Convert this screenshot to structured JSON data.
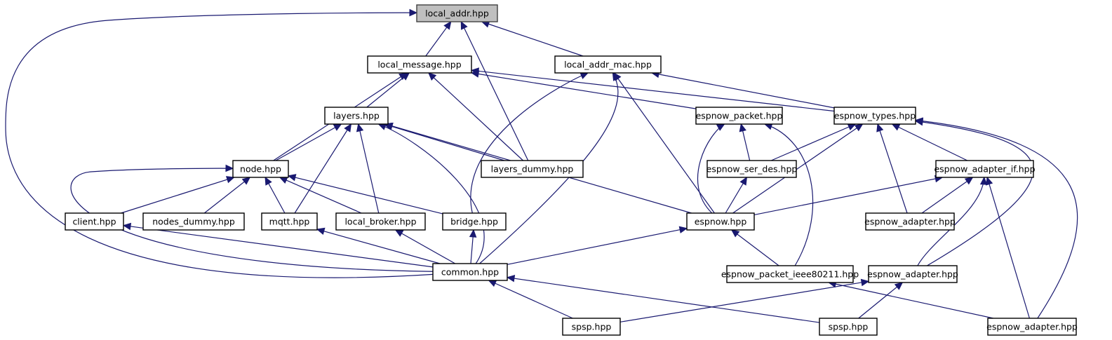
{
  "title": "local_addr.hpp include dependency graph",
  "colors": {
    "edge": "#191970",
    "root_fill": "#bfbfbf",
    "node_fill": "#ffffff",
    "node_border": "#000000"
  },
  "nodes": [
    {
      "id": "local_addr",
      "label": "local_addr.hpp",
      "root": true
    },
    {
      "id": "local_message",
      "label": "local_message.hpp"
    },
    {
      "id": "local_addr_mac",
      "label": "local_addr_mac.hpp"
    },
    {
      "id": "layers",
      "label": "layers.hpp"
    },
    {
      "id": "espnow_packet",
      "label": "espnow_packet.hpp"
    },
    {
      "id": "espnow_types",
      "label": "espnow_types.hpp"
    },
    {
      "id": "node",
      "label": "node.hpp"
    },
    {
      "id": "layers_dummy",
      "label": "layers_dummy.hpp"
    },
    {
      "id": "espnow_ser_des",
      "label": "espnow_ser_des.hpp"
    },
    {
      "id": "espnow_adapter_if",
      "label": "espnow_adapter_if.hpp"
    },
    {
      "id": "client",
      "label": "client.hpp"
    },
    {
      "id": "nodes_dummy",
      "label": "nodes_dummy.hpp"
    },
    {
      "id": "mqtt",
      "label": "mqtt.hpp"
    },
    {
      "id": "local_broker",
      "label": "local_broker.hpp"
    },
    {
      "id": "bridge",
      "label": "bridge.hpp"
    },
    {
      "id": "espnow",
      "label": "espnow.hpp"
    },
    {
      "id": "espnow_adapter_a",
      "label": "espnow_adapter.hpp"
    },
    {
      "id": "common",
      "label": "common.hpp"
    },
    {
      "id": "espnow_packet_ieee80211",
      "label": "espnow_packet_ieee80211.hpp"
    },
    {
      "id": "espnow_adapter_b",
      "label": "espnow_adapter.hpp"
    },
    {
      "id": "spsp_a",
      "label": "spsp.hpp"
    },
    {
      "id": "spsp_b",
      "label": "spsp.hpp"
    },
    {
      "id": "espnow_adapter_c",
      "label": "espnow_adapter.hpp"
    }
  ],
  "edges": [
    {
      "from": "local_message",
      "to": "local_addr"
    },
    {
      "from": "local_addr_mac",
      "to": "local_addr"
    },
    {
      "from": "layers_dummy",
      "to": "local_addr"
    },
    {
      "from": "common",
      "to": "local_addr"
    },
    {
      "from": "layers",
      "to": "local_message"
    },
    {
      "from": "node",
      "to": "local_message"
    },
    {
      "from": "layers_dummy",
      "to": "local_message"
    },
    {
      "from": "espnow_packet",
      "to": "local_message"
    },
    {
      "from": "espnow_types",
      "to": "local_message"
    },
    {
      "from": "espnow_types",
      "to": "local_addr_mac"
    },
    {
      "from": "bridge",
      "to": "local_addr_mac"
    },
    {
      "from": "common",
      "to": "local_addr_mac"
    },
    {
      "from": "espnow",
      "to": "local_addr_mac"
    },
    {
      "from": "node",
      "to": "layers"
    },
    {
      "from": "layers_dummy",
      "to": "layers"
    },
    {
      "from": "mqtt",
      "to": "layers"
    },
    {
      "from": "local_broker",
      "to": "layers"
    },
    {
      "from": "common",
      "to": "layers"
    },
    {
      "from": "espnow",
      "to": "layers"
    },
    {
      "from": "espnow_ser_des",
      "to": "espnow_packet"
    },
    {
      "from": "espnow",
      "to": "espnow_packet"
    },
    {
      "from": "espnow_packet_ieee80211",
      "to": "espnow_packet"
    },
    {
      "from": "espnow_ser_des",
      "to": "espnow_types"
    },
    {
      "from": "espnow",
      "to": "espnow_types"
    },
    {
      "from": "espnow_adapter_a",
      "to": "espnow_types"
    },
    {
      "from": "espnow_adapter_if",
      "to": "espnow_types"
    },
    {
      "from": "espnow_adapter_b",
      "to": "espnow_types"
    },
    {
      "from": "espnow_adapter_c",
      "to": "espnow_types"
    },
    {
      "from": "client",
      "to": "node"
    },
    {
      "from": "nodes_dummy",
      "to": "node"
    },
    {
      "from": "mqtt",
      "to": "node"
    },
    {
      "from": "local_broker",
      "to": "node"
    },
    {
      "from": "bridge",
      "to": "node"
    },
    {
      "from": "common",
      "to": "node"
    },
    {
      "from": "espnow",
      "to": "espnow_ser_des"
    },
    {
      "from": "espnow",
      "to": "espnow_adapter_if"
    },
    {
      "from": "espnow_adapter_a",
      "to": "espnow_adapter_if"
    },
    {
      "from": "espnow_adapter_b",
      "to": "espnow_adapter_if"
    },
    {
      "from": "espnow_adapter_c",
      "to": "espnow_adapter_if"
    },
    {
      "from": "common",
      "to": "client"
    },
    {
      "from": "common",
      "to": "mqtt"
    },
    {
      "from": "common",
      "to": "local_broker"
    },
    {
      "from": "common",
      "to": "bridge"
    },
    {
      "from": "common",
      "to": "espnow"
    },
    {
      "from": "espnow_packet_ieee80211",
      "to": "espnow"
    },
    {
      "from": "spsp_a",
      "to": "common"
    },
    {
      "from": "spsp_b",
      "to": "common"
    },
    {
      "from": "spsp_a",
      "to": "espnow_adapter_b"
    },
    {
      "from": "spsp_b",
      "to": "espnow_adapter_b"
    },
    {
      "from": "espnow_adapter_c",
      "to": "espnow_packet_ieee80211"
    }
  ]
}
